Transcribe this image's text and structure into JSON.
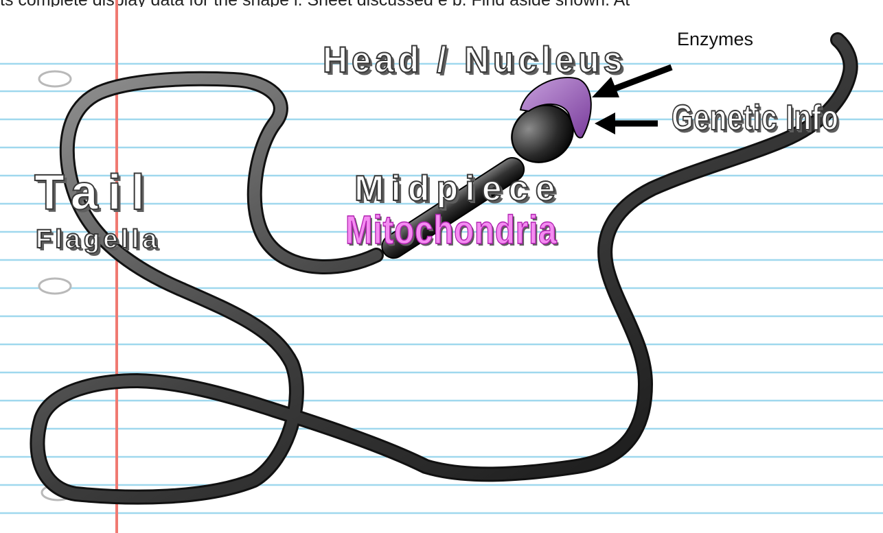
{
  "top_caption": "ts complete display data for the shape i. Sheet discussed e b. Find aside shown. At",
  "labels": {
    "head": "Head / Nucleus",
    "enzymes": "Enzymes",
    "genetic": "Genetic Info",
    "tail": "Tail",
    "flagella": "Flagella",
    "midpiece": "Midpiece",
    "mitochondria": "Mitochondria"
  },
  "colors": {
    "paper_line": "#9fd8ee",
    "margin_line": "#f07a72",
    "acrosome": "#9a5cb8",
    "tail_dark": "#1e1e1e",
    "mitochondria_text": "#f48cf1"
  },
  "icons": {
    "punch_hole": "hole-icon",
    "arrow": "arrow-left-icon"
  }
}
